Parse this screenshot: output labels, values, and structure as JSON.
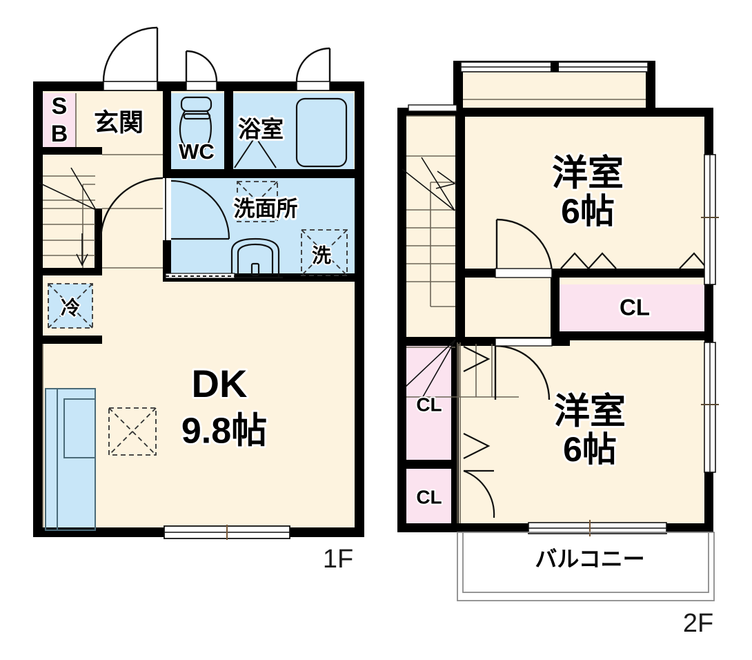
{
  "document": {
    "type": "residential-floor-plan",
    "floors": [
      "1F",
      "2F"
    ]
  },
  "colors": {
    "wall": "#000000",
    "room_floor": "#fdf3df",
    "wet_area": "#c8e6f8",
    "closet": "#fbe3ef",
    "fixture_outline": "#000000",
    "thin_line": "#6b6456",
    "background": "#ffffff"
  },
  "floor1": {
    "tag": "1F",
    "rooms": [
      {
        "id": "storage",
        "label": "S\nB",
        "label_line1": "S",
        "label_line2": "B",
        "font_size": 34,
        "color": "closet"
      },
      {
        "id": "entrance",
        "label": "玄関",
        "font_size": 36,
        "color": "room_floor"
      },
      {
        "id": "toilet",
        "label": "WC",
        "font_size": 31,
        "color": "wet_area"
      },
      {
        "id": "bathroom",
        "label": "浴室",
        "font_size": 33,
        "color": "wet_area"
      },
      {
        "id": "washroom",
        "label": "洗面所",
        "font_size": 31,
        "color": "wet_area"
      },
      {
        "id": "washing-machine",
        "label": "洗",
        "font_size": 28,
        "color": "wet_area"
      },
      {
        "id": "refrigerator",
        "label": "冷",
        "font_size": 28,
        "color": "wet_area"
      },
      {
        "id": "dining-kitchen",
        "label_line1": "DK",
        "label_line2": "9.8帖",
        "font_size_line1": 56,
        "font_size_line2": 52,
        "color": "room_floor"
      }
    ]
  },
  "floor2": {
    "tag": "2F",
    "rooms": [
      {
        "id": "western-room-north",
        "label_line1": "洋室",
        "label_line2": "6帖",
        "font_size_line1": 52,
        "font_size_line2": 50,
        "color": "room_floor"
      },
      {
        "id": "western-room-south",
        "label_line1": "洋室",
        "label_line2": "6帖",
        "font_size_line1": 52,
        "font_size_line2": 50,
        "color": "room_floor"
      },
      {
        "id": "closet-north",
        "label": "CL",
        "font_size": 33,
        "color": "closet"
      },
      {
        "id": "closet-west-upper",
        "label": "CL",
        "font_size": 28,
        "color": "closet"
      },
      {
        "id": "closet-west-lower",
        "label": "CL",
        "font_size": 28,
        "color": "closet"
      },
      {
        "id": "balcony",
        "label": "バルコニー",
        "font_size": 32,
        "color": "background"
      }
    ]
  },
  "labels": {
    "storage_l1": "S",
    "storage_l2": "B",
    "entrance": "玄関",
    "toilet": "WC",
    "bathroom": "浴室",
    "washroom": "洗面所",
    "washer": "洗",
    "fridge": "冷",
    "dk_name": "DK",
    "dk_size": "9.8帖",
    "room_name": "洋室",
    "room_size": "6帖",
    "closet": "CL",
    "balcony": "バルコニー",
    "floor1_tag": "1F",
    "floor2_tag": "2F"
  }
}
